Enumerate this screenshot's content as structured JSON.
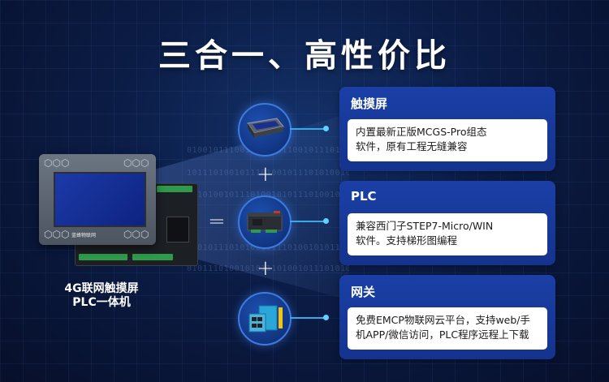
{
  "title": "三合一、高性价比",
  "device": {
    "label_line1": "4G联网触摸屏",
    "label_line2": "PLC一体机",
    "brand_text": "蓝蜂物联网"
  },
  "operators": {
    "equals": "=",
    "plus": "+"
  },
  "cards": [
    {
      "title": "触摸屏",
      "body_line1": "内置最新正版MCGS-Pro组态",
      "body_line2": "软件，原有工程无缝兼容"
    },
    {
      "title": "PLC",
      "body_line1": "兼容西门子STEP7-Micro/WIN",
      "body_line2": "软件。支持梯形图编程"
    },
    {
      "title": "网关",
      "body_line1": "免费EMCP物联网云平台，支持web/手",
      "body_line2": "机APP/微信访问，PLC程序远程上下载"
    }
  ],
  "icons": [
    "touchscreen-icon",
    "plc-icon",
    "gateway-icon"
  ]
}
